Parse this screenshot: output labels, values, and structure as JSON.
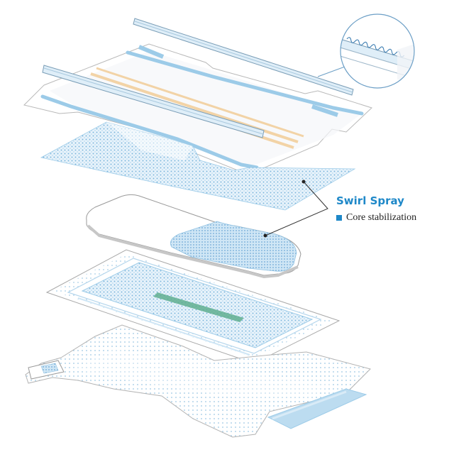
{
  "callout": {
    "title": "Swirl Spray",
    "subtitle": "Core stabilization"
  },
  "colors": {
    "accent": "#1e88c8",
    "mesh_blue": "#9ccbe8",
    "light_blue": "#bcdcf0",
    "elastic_tan": "#f2d3a6",
    "wetness_green": "#5fae8f",
    "line_gray": "#8a8a8a",
    "text": "#222222"
  },
  "icons": {
    "bullet": "square-bullet",
    "zoom": "magnifier-circle"
  }
}
